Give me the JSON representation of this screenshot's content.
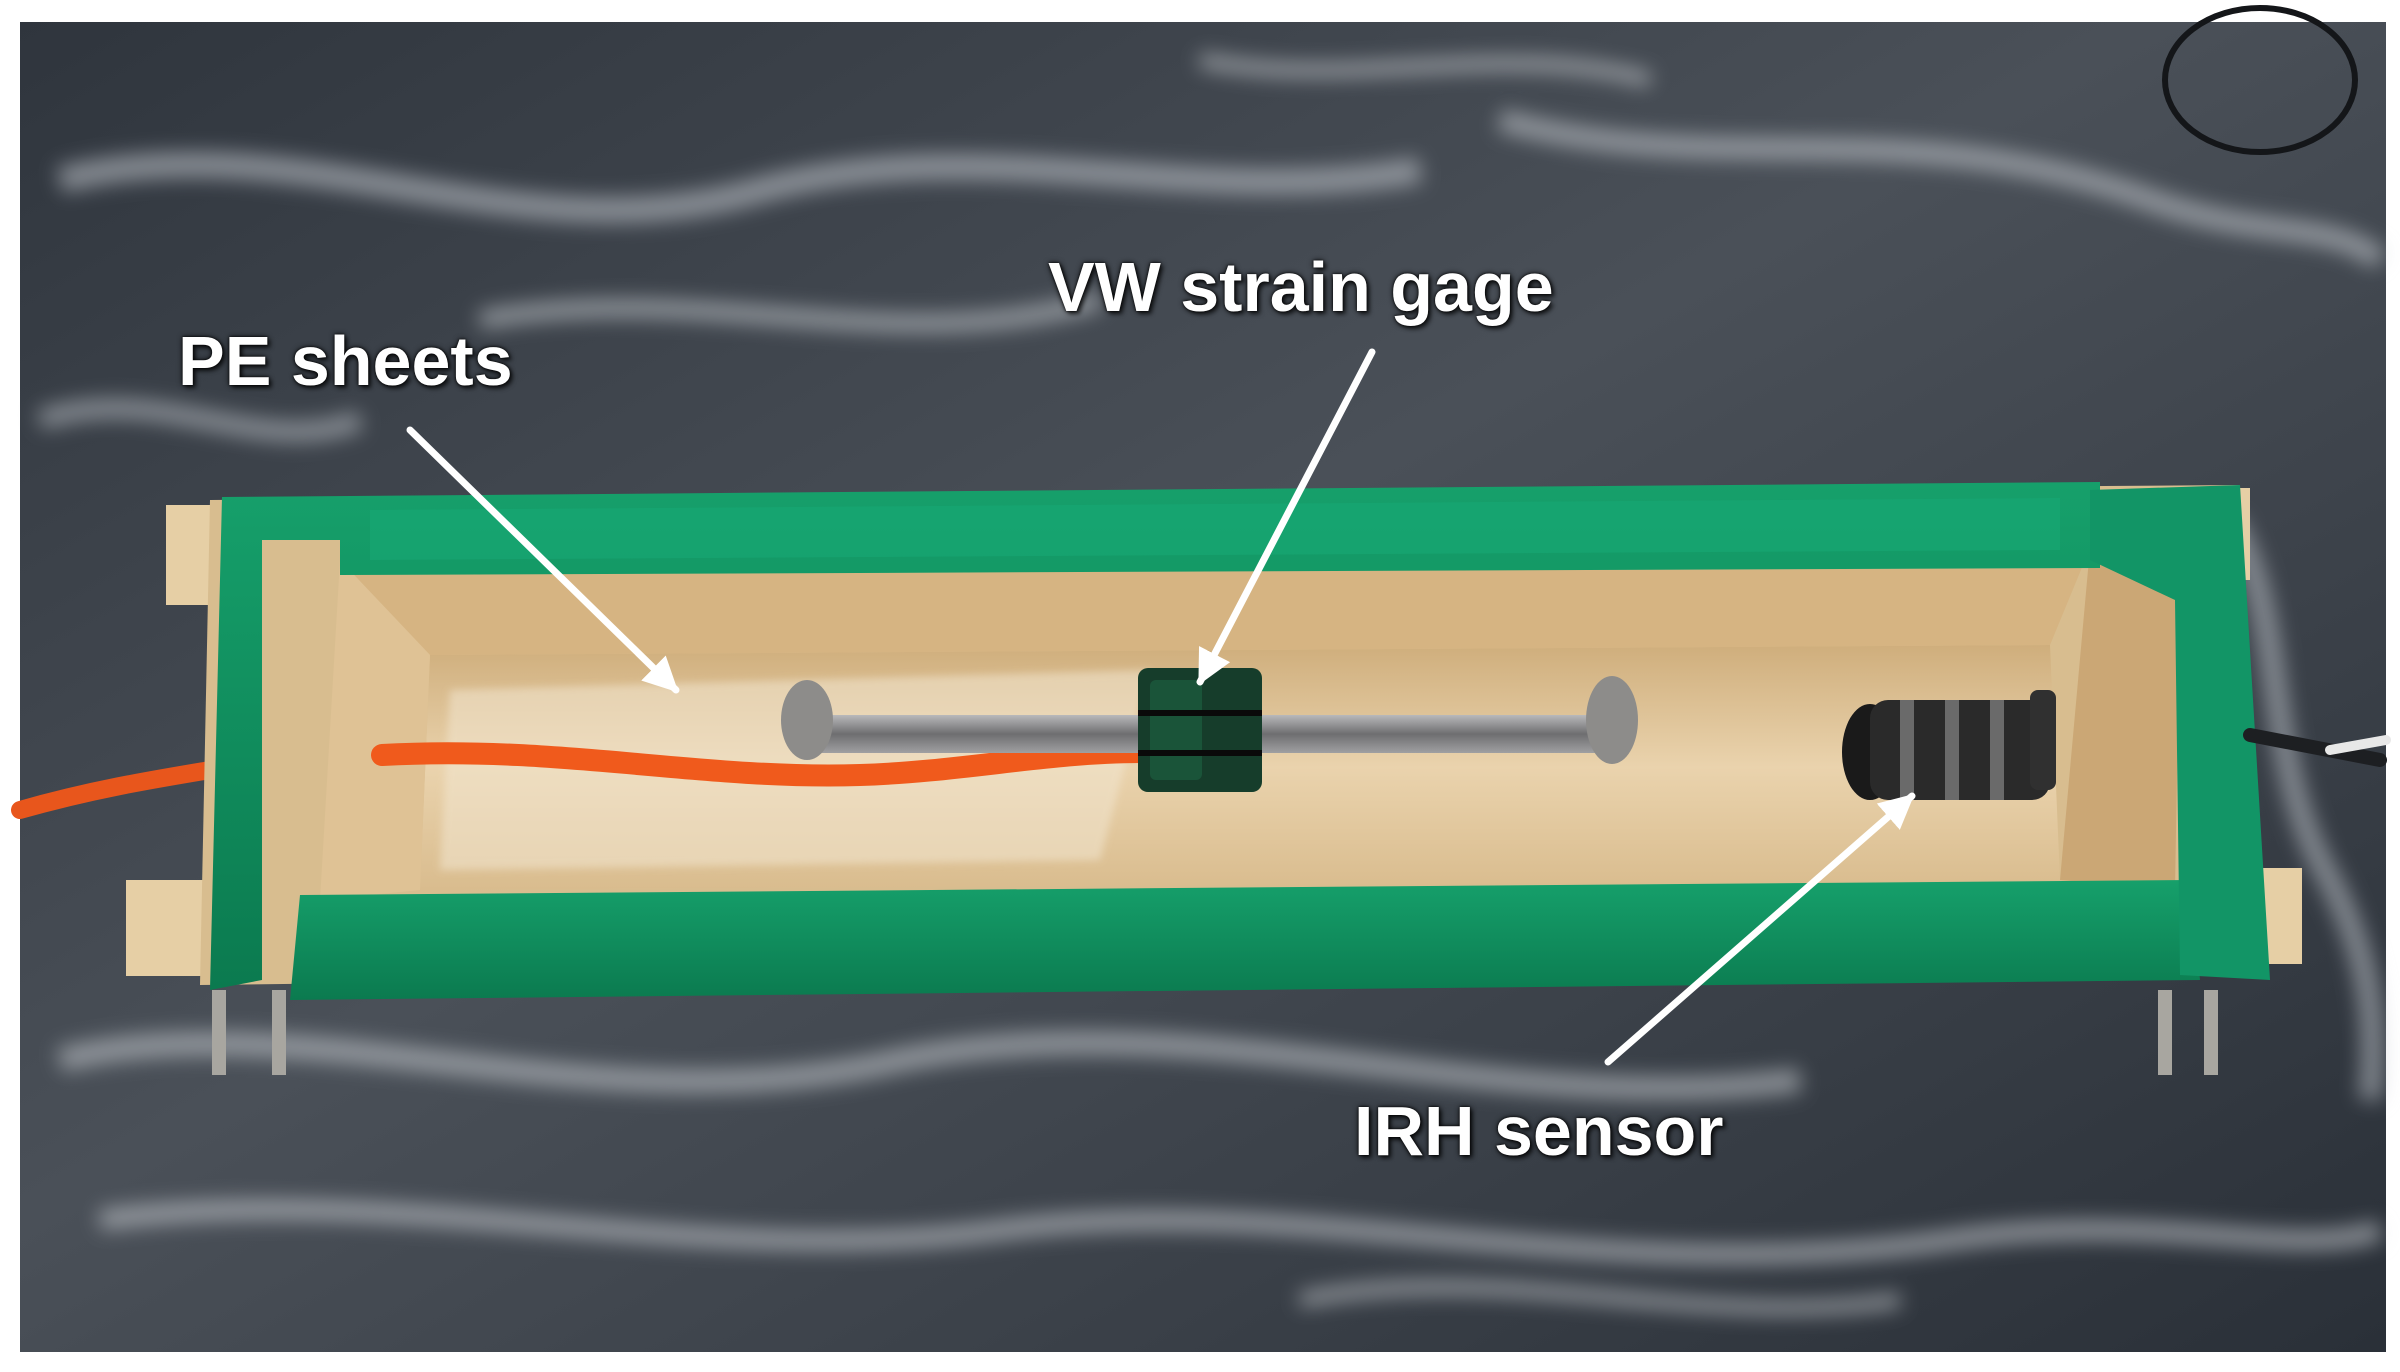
{
  "labels": {
    "pe_sheets": "PE sheets",
    "vw_strain_gage": "VW strain gage",
    "irh_sensor": "IRH sensor"
  },
  "colors": {
    "plastic_sheet": "#3b4149",
    "green_tape": "#0f8a5c",
    "wood": "#e4caa0",
    "orange_cable": "#f05a1c",
    "gage_body": "#8c8c8e",
    "label_text": "#ffffff"
  }
}
